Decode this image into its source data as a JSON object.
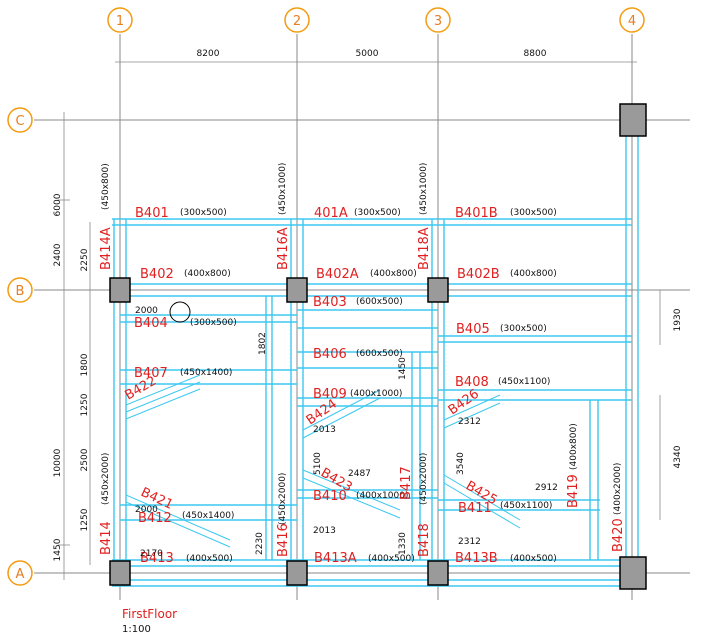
{
  "grid_x": [
    {
      "label": "1"
    },
    {
      "label": "2"
    },
    {
      "label": "3"
    },
    {
      "label": "4"
    }
  ],
  "grid_y": [
    {
      "label": "C"
    },
    {
      "label": "B"
    },
    {
      "label": "A"
    }
  ],
  "top_dims": [
    "8200",
    "5000",
    "8800"
  ],
  "left_dims": [
    "6000",
    "2400",
    "10000",
    "1450"
  ],
  "left_inner_dims": [
    "2250",
    "1800",
    "1250",
    "2500",
    "1250"
  ],
  "right_dims": [
    "1930",
    "4340"
  ],
  "beams": {
    "b401": {
      "name": "B401",
      "size": "(300x500)"
    },
    "b401a": {
      "name": "401A",
      "size": "(300x500)"
    },
    "b401b": {
      "name": "B401B",
      "size": "(300x500)"
    },
    "b402": {
      "name": "B402",
      "size": "(400x800)"
    },
    "b402a": {
      "name": "B402A",
      "size": "(400x800)"
    },
    "b402b": {
      "name": "B402B",
      "size": "(400x800)"
    },
    "b403": {
      "name": "B403",
      "size": "(600x500)"
    },
    "b404": {
      "name": "B404",
      "size": "(300x500)"
    },
    "b405": {
      "name": "B405",
      "size": "(300x500)"
    },
    "b406": {
      "name": "B406",
      "size": "(600x500)"
    },
    "b407": {
      "name": "B407",
      "size": "(450x1400)"
    },
    "b408": {
      "name": "B408",
      "size": "(450x1100)"
    },
    "b409": {
      "name": "B409",
      "size": "(400x1000)"
    },
    "b410": {
      "name": "B410",
      "size": "(400x1000)"
    },
    "b411": {
      "name": "B411",
      "size": "(450x1100)"
    },
    "b412": {
      "name": "B412",
      "size": "(450x1400)"
    },
    "b413": {
      "name": "B413",
      "size": "(400x500)"
    },
    "b413a": {
      "name": "B413A",
      "size": "(400x500)"
    },
    "b413b": {
      "name": "B413B",
      "size": "(400x500)"
    },
    "b414": {
      "name": "B414",
      "size": "(450x2000)"
    },
    "b414a": {
      "name": "B414A",
      "size": "(450x800)"
    },
    "b416": {
      "name": "B416",
      "size": "(450x2000)"
    },
    "b416a": {
      "name": "B416A",
      "size": "(450x1000)"
    },
    "b418": {
      "name": "B418",
      "size": "(450x2000)"
    },
    "b418a": {
      "name": "B418A",
      "size": "(450x1000)"
    },
    "b419": {
      "name": "B419",
      "size": "(400x800)"
    },
    "b420": {
      "name": "B420",
      "size": "(400x2000)"
    },
    "b421": {
      "name": "B421"
    },
    "b422": {
      "name": "B422"
    },
    "b423": {
      "name": "B423"
    },
    "b424": {
      "name": "B424"
    },
    "b425": {
      "name": "B425"
    },
    "b426": {
      "name": "B426"
    },
    "b417": {
      "name": "B417"
    }
  },
  "inner_dims": {
    "d2000a": "2000",
    "d2000b": "2000",
    "d2170": "2170",
    "d2013a": "2013",
    "d2013b": "2013",
    "d2487": "2487",
    "d2312a": "2312",
    "d2312b": "2312",
    "d2912": "2912",
    "d3540": "3540",
    "d5100": "5100",
    "d2230": "2230",
    "d1330": "1330",
    "d1802": "1802",
    "d1450b": "1450"
  },
  "drawing_title": "FirstFloor",
  "drawing_scale": "1:100"
}
